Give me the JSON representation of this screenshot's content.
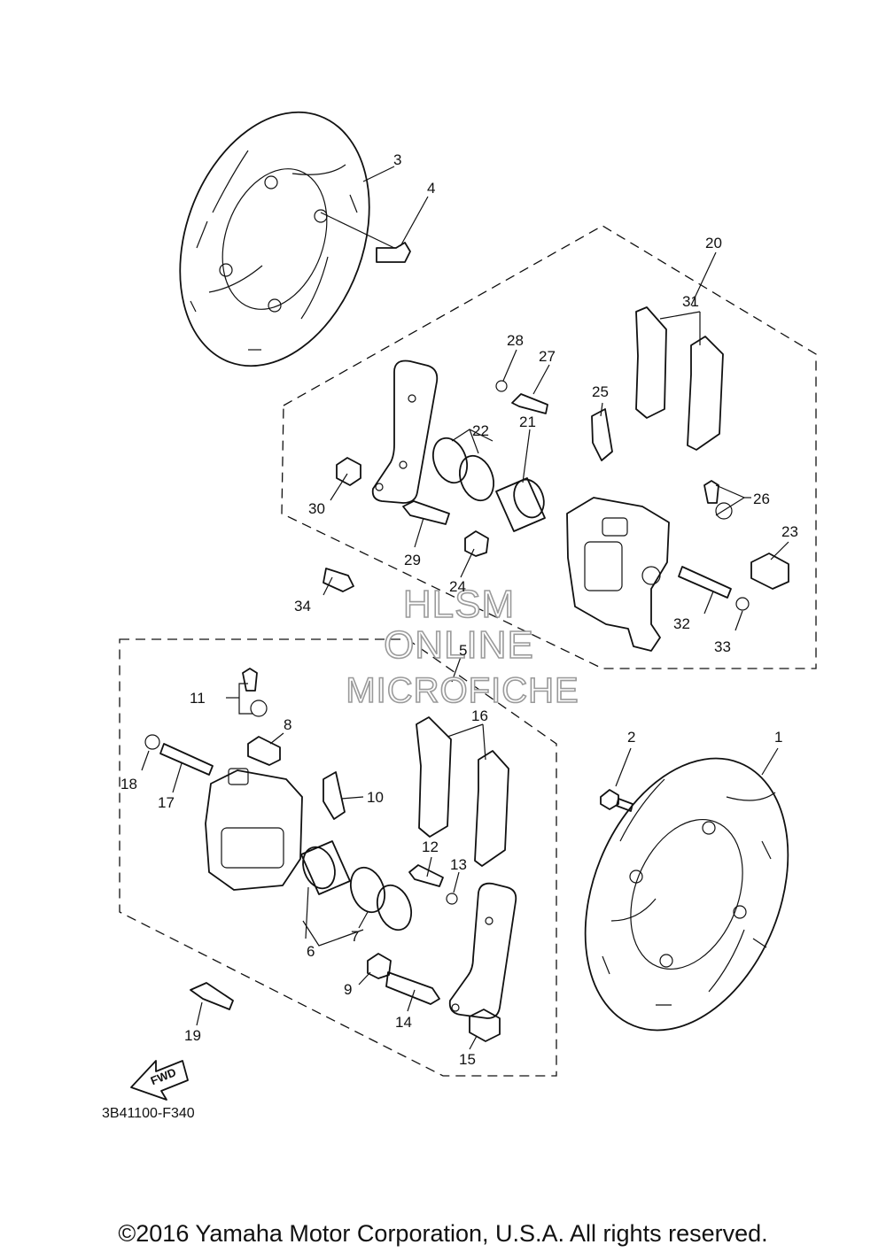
{
  "figure_code": "3B41100-F340",
  "fwd_label": "FWD",
  "watermark": [
    "HLSM",
    "ONLINE",
    "MICROFICHE"
  ],
  "copyright": "©2016 Yamaha Motor Corporation, U.S.A. All rights reserved.",
  "callouts": {
    "c1": "1",
    "c2": "2",
    "c3": "3",
    "c4": "4",
    "c5": "5",
    "c6": "6",
    "c7": "7",
    "c8": "8",
    "c9": "9",
    "c10": "10",
    "c11": "11",
    "c12": "12",
    "c13": "13",
    "c14": "14",
    "c15": "15",
    "c16": "16",
    "c17": "17",
    "c18": "18",
    "c19": "19",
    "c20": "20",
    "c21": "21",
    "c22": "22",
    "c23": "23",
    "c24": "24",
    "c25": "25",
    "c26": "26",
    "c27": "27",
    "c28": "28",
    "c29": "29",
    "c30": "30",
    "c31": "31",
    "c32": "32",
    "c33": "33",
    "c34": "34"
  }
}
